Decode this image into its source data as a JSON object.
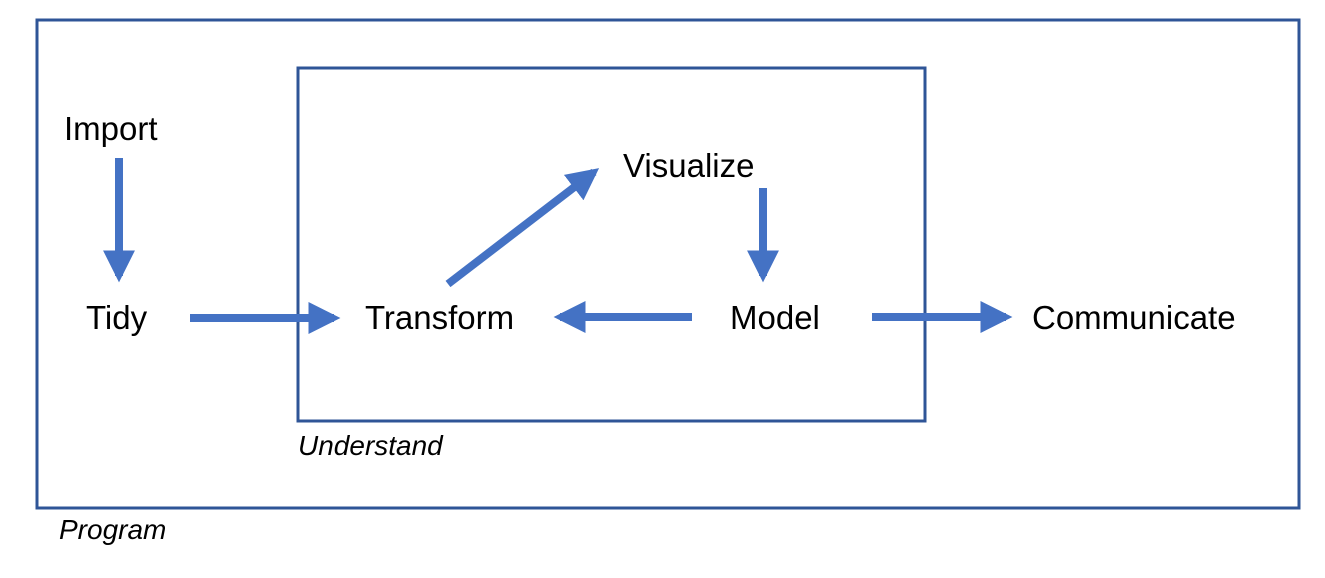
{
  "nodes": {
    "import": "Import",
    "tidy": "Tidy",
    "transform": "Transform",
    "visualize": "Visualize",
    "model": "Model",
    "communicate": "Communicate"
  },
  "frames": {
    "understand": "Understand",
    "program": "Program"
  },
  "colors": {
    "arrow": "#4472C4",
    "frame_border": "#2F5597",
    "text": "#000000"
  }
}
